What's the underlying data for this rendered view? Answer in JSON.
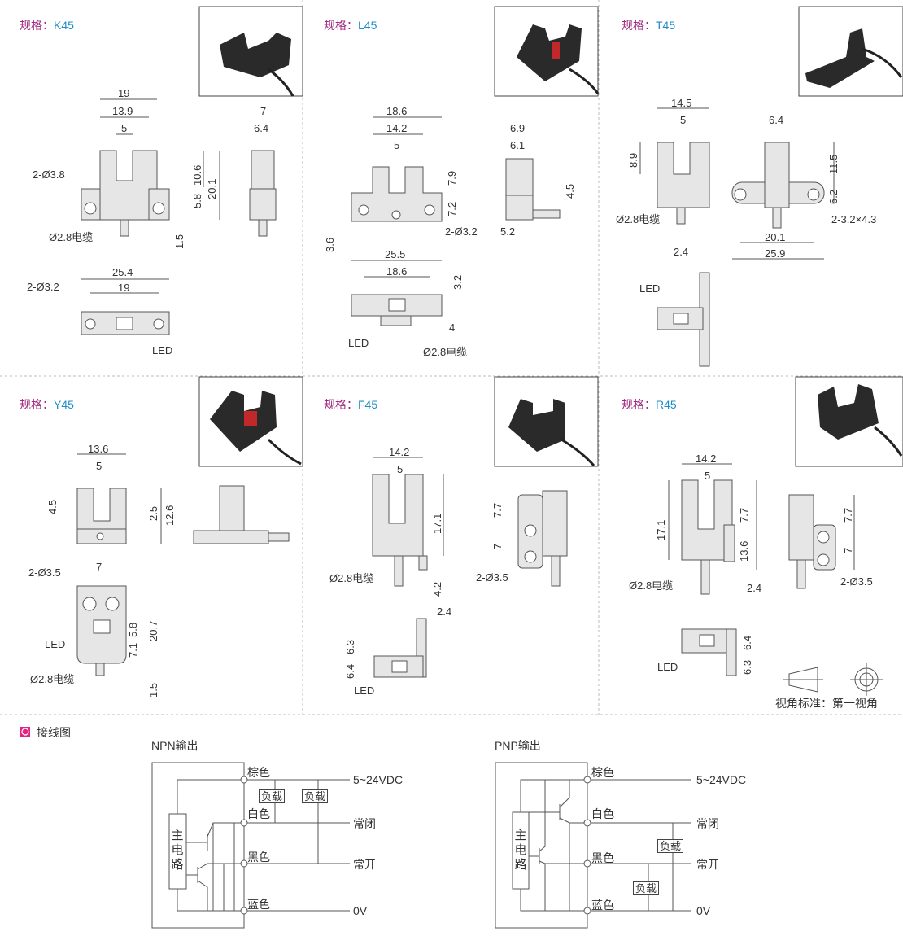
{
  "spec_prefix": "规格：",
  "panels": [
    {
      "model": "K45",
      "dims": [
        "19",
        "13.9",
        "5",
        "10.6",
        "20.1",
        "5.8",
        "1.5",
        "2-Ø3.8",
        "Ø2.8电缆",
        "7",
        "6.4",
        "25.4",
        "19",
        "2-Ø3.2",
        "LED"
      ]
    },
    {
      "model": "L45",
      "dims": [
        "18.6",
        "14.2",
        "5",
        "7.9",
        "7.2",
        "3.6",
        "2-Ø3.2",
        "6.9",
        "6.1",
        "4.5",
        "5.2",
        "25.5",
        "18.6",
        "3.2",
        "4",
        "LED",
        "Ø2.8电缆"
      ]
    },
    {
      "model": "T45",
      "dims": [
        "14.5",
        "5",
        "8.9",
        "Ø2.8电缆",
        "6.4",
        "11.5",
        "6.2",
        "2-3.2×4.3",
        "20.1",
        "25.9",
        "2.4",
        "LED"
      ]
    },
    {
      "model": "Y45",
      "dims": [
        "13.6",
        "5",
        "4.5",
        "2.5",
        "12.6",
        "2-Ø3.5",
        "7",
        "5.8",
        "20.7",
        "7.1",
        "LED",
        "Ø2.8电缆",
        "1.5"
      ]
    },
    {
      "model": "F45",
      "dims": [
        "14.2",
        "5",
        "17.1",
        "4.2",
        "Ø2.8电缆",
        "7.7",
        "7",
        "2-Ø3.5",
        "2.4",
        "6.3",
        "6.4",
        "LED"
      ]
    },
    {
      "model": "R45",
      "dims": [
        "14.2",
        "5",
        "17.1",
        "7.7",
        "13.6",
        "Ø2.8电缆",
        "2.4",
        "7.7",
        "7",
        "2-Ø3.5",
        "LED",
        "6.4",
        "6.3"
      ]
    }
  ],
  "view_standard": "视角标准：第一视角",
  "wiring": {
    "title": "接线图",
    "accent": "#e0267f",
    "npn": {
      "title": "NPN输出",
      "main_circuit": [
        "主",
        "电",
        "路"
      ],
      "wires": [
        "棕色",
        "白色",
        "黑色",
        "蓝色"
      ],
      "outputs": [
        "5~24VDC",
        "常闭",
        "常开",
        "0V"
      ],
      "load": "负载"
    },
    "pnp": {
      "title": "PNP输出",
      "main_circuit": [
        "主",
        "电",
        "路"
      ],
      "wires": [
        "棕色",
        "白色",
        "黑色",
        "蓝色"
      ],
      "outputs": [
        "5~24VDC",
        "常闭",
        "常开",
        "0V"
      ],
      "load": "负载"
    }
  }
}
